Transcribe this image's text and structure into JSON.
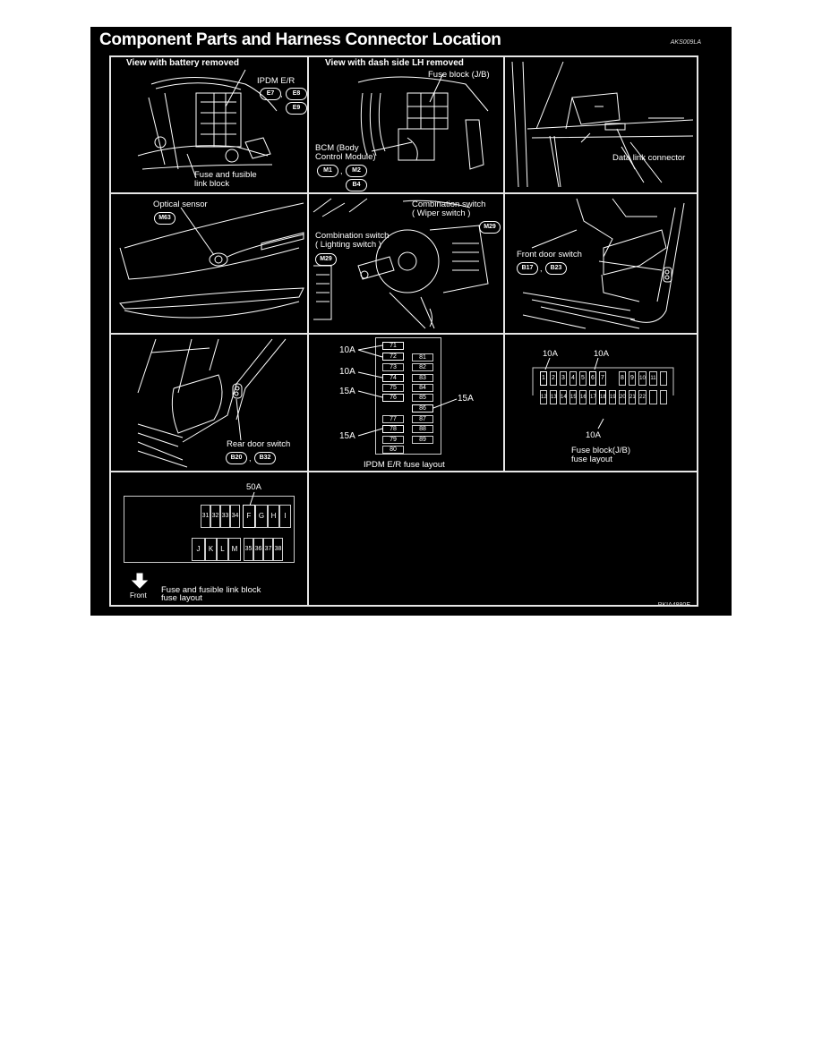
{
  "title": "Component Parts and Harness Connector Location",
  "ref_top": "AKS009LA",
  "ref_bottom": "PKIA4880E",
  "panels": {
    "battery": {
      "header": "View with battery removed",
      "ipdm_label": "IPDM E/R",
      "connectors": [
        "E7",
        "E8",
        "E9"
      ],
      "fuse_label_1": "Fuse and fusible",
      "fuse_label_2": "link block"
    },
    "dash": {
      "header": "View with dash side LH removed",
      "fuse_block_label": "Fuse block (J/B)",
      "bcm_label_1": "BCM (Body",
      "bcm_label_2": "Control Module)",
      "connectors": [
        "M1",
        "M2",
        "B4"
      ]
    },
    "dlc": {
      "label": "Data link connector"
    },
    "optical": {
      "label": "Optical sensor",
      "connectors": [
        "M63"
      ]
    },
    "combo": {
      "wiper_label_1": "Combination switch",
      "wiper_label_2": "( Wiper switch )",
      "wiper_connector": "M29",
      "light_label_1": "Combination switch",
      "light_label_2": "( Lighting switch )",
      "light_connector": "M29"
    },
    "front_door": {
      "label": "Front door switch",
      "connectors": [
        "B17",
        "B23"
      ]
    },
    "rear_door": {
      "label": "Rear door switch",
      "connectors": [
        "B20",
        "B32"
      ]
    },
    "ipdm_fuse": {
      "caption": "IPDM E/R fuse layout",
      "left_fuses": [
        "71",
        "72",
        "73",
        "74",
        "75",
        "76",
        "",
        "77",
        "78",
        "79",
        "80"
      ],
      "right_fuses": [
        "81",
        "82",
        "83",
        "84",
        "85",
        "86",
        "87",
        "88",
        "89"
      ],
      "callouts": {
        "a": "10A",
        "b": "10A",
        "c": "15A",
        "d": "15A",
        "e": "15A"
      }
    },
    "jb_fuse": {
      "caption_1": "Fuse block(J/B)",
      "caption_2": "fuse layout",
      "top_row": [
        "1",
        "2",
        "3",
        "4",
        "5",
        "6",
        "7",
        "",
        "8",
        "9",
        "10",
        "11",
        ""
      ],
      "bottom_row": [
        "12",
        "13",
        "14",
        "15",
        "16",
        "17",
        "18",
        "19",
        "20",
        "21",
        "22",
        "",
        ""
      ],
      "callouts": {
        "fuse1": "10A",
        "fuse6": "10A",
        "fuse18": "10A"
      }
    },
    "fusible_link": {
      "callout": "50A",
      "top_small": [
        "31",
        "32",
        "33",
        "34"
      ],
      "top_large": [
        "F",
        "G",
        "H",
        "I"
      ],
      "bottom_large": [
        "J",
        "K",
        "L",
        "M"
      ],
      "bottom_small": [
        "35",
        "36",
        "37",
        "38"
      ],
      "front_label": "Front",
      "caption_1": "Fuse and fusible link block",
      "caption_2": "fuse layout"
    }
  }
}
